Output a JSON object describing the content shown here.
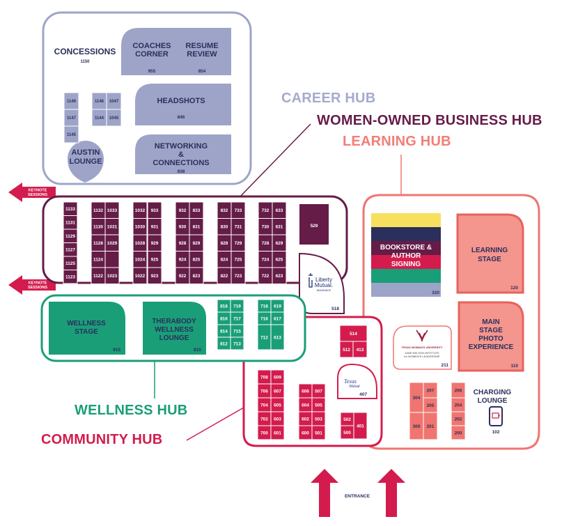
{
  "hubs": {
    "career": "CAREER HUB",
    "women_owned": "WOMEN-OWNED BUSINESS HUB",
    "learning": "LEARNING HUB",
    "wellness": "WELLNESS HUB",
    "community": "COMMUNITY HUB"
  },
  "colors": {
    "career": "#9ea4c8",
    "career_label": "#a5abce",
    "navy": "#2a2f5c",
    "plum": "#651c47",
    "learning": "#f07570",
    "learning_label": "#f27e76",
    "teal": "#1a9e78",
    "crimson": "#d31c4d"
  },
  "career": {
    "concessions": "CONCESSIONS",
    "concessions_num": "1150",
    "coaches_l1": "COACHES",
    "coaches_l2": "CORNER",
    "coaches_num": "955",
    "resume_l1": "RESUME",
    "resume_l2": "REVIEW",
    "resume_num": "854",
    "headshots": "HEADSHOTS",
    "headshots_num": "846",
    "networking_l1": "NETWORKING",
    "networking_l2": "&",
    "networking_l3": "CONNECTIONS",
    "networking_num": "838",
    "austin_l1": "AUSTIN",
    "austin_l2": "LOUNGE",
    "booths_a": [
      "1149",
      "1147",
      "1145"
    ],
    "booths_b": [
      "1146",
      "1047",
      "1144",
      "1045"
    ]
  },
  "keynote": {
    "line1": "KEYNOTE",
    "line2": "SESSIONS"
  },
  "women_booths": [
    [
      "1133",
      "1131",
      "1129",
      "1127",
      "1125",
      "1123"
    ],
    [
      "1132",
      "1130",
      "1128",
      "1124",
      "1122"
    ],
    [
      "1033",
      "1031",
      "1029",
      "1023"
    ],
    [
      "1032",
      "1030",
      "1028",
      "1024",
      "1022"
    ],
    [
      "933",
      "931",
      "929",
      "925",
      "923"
    ],
    [
      "932",
      "930",
      "928",
      "924",
      "922"
    ],
    [
      "833",
      "831",
      "829",
      "825",
      "823"
    ],
    [
      "832",
      "830",
      "828",
      "824",
      "822"
    ],
    [
      "733",
      "731",
      "729",
      "725",
      "723"
    ],
    [
      "732",
      "730",
      "728",
      "724",
      "722"
    ],
    [
      "633",
      "631",
      "629",
      "625",
      "623"
    ]
  ],
  "women_extra": {
    "b529": "529",
    "b518": "518"
  },
  "liberty": {
    "line1": "Liberty",
    "line2": "Mutual.",
    "line3": "INSURANCE"
  },
  "learning": {
    "bookstore_l1": "BOOKSTORE &",
    "bookstore_l2": "AUTHOR",
    "bookstore_l3": "SIGNING",
    "bookstore_num": "320",
    "stage_l1": "LEARNING",
    "stage_l2": "STAGE",
    "stage_num": "120",
    "photo_l1": "MAIN",
    "photo_l2": "STAGE",
    "photo_l3": "PHOTO",
    "photo_l4": "EXPERIENCE",
    "photo_num": "110",
    "twu_l1": "TEXAS WOMAN'S UNIVERSITY",
    "twu_l2": "JANE NELSON INSTITUTE",
    "twu_l3": "for WOMEN'S LEADERSHIP",
    "twu_num": "211",
    "charging_l1": "CHARGING",
    "charging_l2": "LOUNGE",
    "charging_num": "102",
    "booths": [
      "304",
      "207",
      "205",
      "300",
      "201",
      "206",
      "204",
      "202",
      "200"
    ]
  },
  "wellness": {
    "stage_l1": "WELLNESS",
    "stage_l2": "STAGE",
    "stage_num": "915",
    "thera_l1": "THERABODY",
    "thera_l2": "WELLNESS",
    "thera_l3": "LOUNGE",
    "thera_num": "815",
    "booths": [
      "818",
      "719",
      "816",
      "717",
      "814",
      "715",
      "812",
      "713",
      "718",
      "619",
      "716",
      "617",
      "712",
      "613"
    ]
  },
  "community": {
    "booths": [
      "708",
      "609",
      "706",
      "607",
      "704",
      "605",
      "702",
      "603",
      "700",
      "601",
      "606",
      "507",
      "604",
      "505",
      "602",
      "503",
      "600",
      "501",
      "514",
      "512",
      "413",
      "502",
      "401",
      "500"
    ],
    "texas_l1": "Texas",
    "texas_l2": "Mutual",
    "texas_num": "407"
  },
  "entrance": "ENTRANCE"
}
